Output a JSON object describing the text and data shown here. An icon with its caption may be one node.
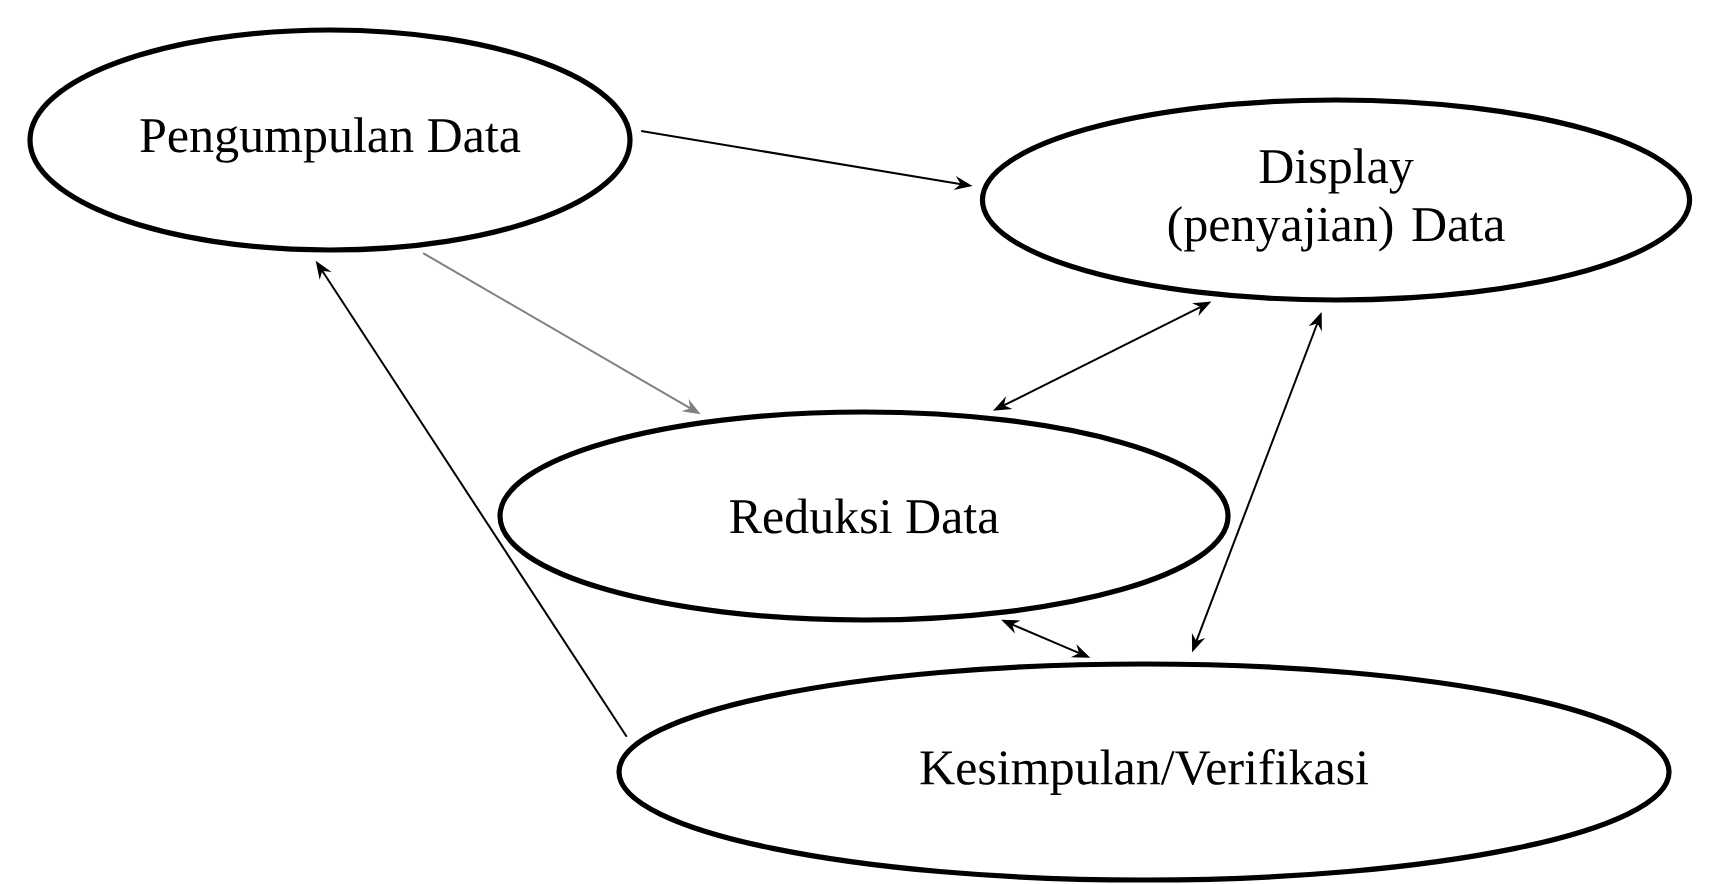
{
  "diagram": {
    "nodes": [
      {
        "text": [
          "Pengumpulan Data"
        ]
      },
      {
        "text": [
          "Display (penyajian) Data"
        ]
      },
      {
        "text": [
          "Reduksi Data"
        ]
      },
      {
        "text": [
          "Kesimpulan/Verifikasi"
        ]
      }
    ],
    "edges": [
      {
        "from": 0,
        "to": 1,
        "arrow": "to"
      },
      {
        "from": 0,
        "to": 2,
        "arrow": "to",
        "color": "#808080"
      },
      {
        "from": 1,
        "to": 2,
        "arrow": "both"
      },
      {
        "from": 2,
        "to": 3,
        "arrow": "both"
      },
      {
        "from": 1,
        "to": 3,
        "arrow": "both"
      },
      {
        "from": 3,
        "to": 0,
        "arrow": "to"
      }
    ]
  }
}
